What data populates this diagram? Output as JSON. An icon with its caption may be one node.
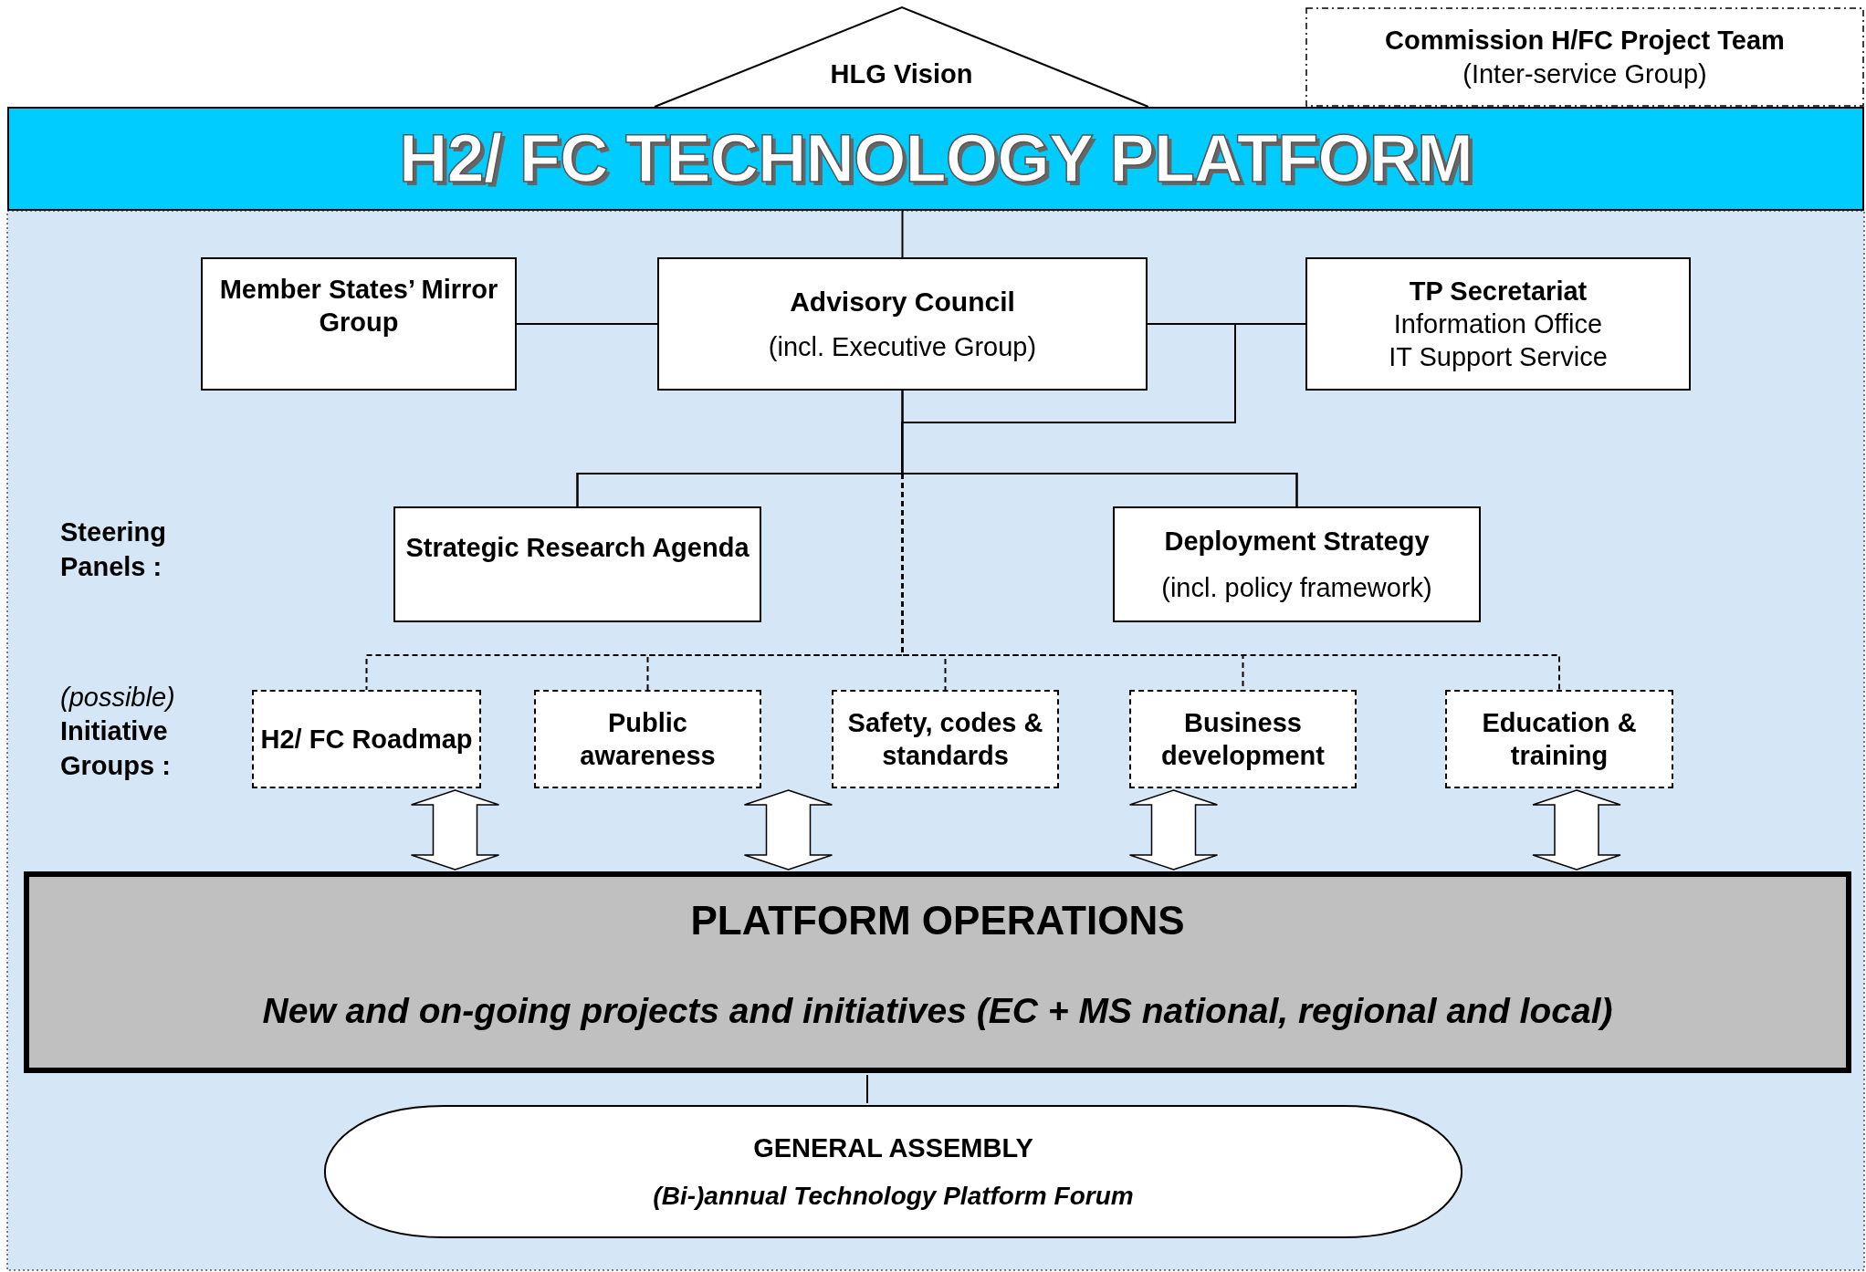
{
  "diagram": {
    "nodes": [
      {
        "text": [
          "HLG Vision"
        ]
      },
      {
        "text": [
          "Commission H/FC Project Team",
          "(Inter-service Group)"
        ]
      },
      {
        "text": [
          "H2/ FC TECHNOLOGY PLATFORM"
        ]
      },
      {
        "text": [
          "Member States’ Mirror Group"
        ]
      },
      {
        "text": [
          "Advisory Council",
          "(incl. Executive Group)"
        ]
      },
      {
        "text": [
          "TP Secretariat",
          "Information Office",
          "IT Support Service"
        ]
      },
      {
        "text": [
          "Strategic Research Agenda"
        ]
      },
      {
        "text": [
          "Deployment Strategy",
          "(incl. policy framework)"
        ]
      },
      {
        "text": [
          "H2/ FC Roadmap"
        ]
      },
      {
        "text": [
          "Public awareness"
        ]
      },
      {
        "text": [
          "Safety, codes & standards"
        ]
      },
      {
        "text": [
          "Business development"
        ]
      },
      {
        "text": [
          "Education & training"
        ]
      },
      {
        "text": [
          "PLATFORM OPERATIONS",
          "New and on-going projects and initiatives (EC + MS national, regional and local)"
        ]
      },
      {
        "text": [
          "GENERAL ASSEMBLY",
          "(Bi-)annual Technology Platform Forum"
        ]
      }
    ],
    "edges": [
      {
        "from": 2,
        "to": 4,
        "arrow": "none"
      },
      {
        "from": 3,
        "to": 4,
        "arrow": "none"
      },
      {
        "from": 4,
        "to": 5,
        "arrow": "none"
      },
      {
        "from": 4,
        "to": 6,
        "arrow": "none"
      },
      {
        "from": 4,
        "to": 7,
        "arrow": "none"
      },
      {
        "from": 5,
        "to": 6,
        "arrow": "none"
      },
      {
        "from": 5,
        "to": 7,
        "arrow": "none"
      },
      {
        "from": 4,
        "to": 8,
        "arrow": "none",
        "style": "dashed"
      },
      {
        "from": 4,
        "to": 9,
        "arrow": "none",
        "style": "dashed"
      },
      {
        "from": 4,
        "to": 10,
        "arrow": "none",
        "style": "dashed"
      },
      {
        "from": 4,
        "to": 11,
        "arrow": "none",
        "style": "dashed"
      },
      {
        "from": 4,
        "to": 12,
        "arrow": "none",
        "style": "dashed"
      },
      {
        "from": 8,
        "to": 13,
        "arrow": "both"
      },
      {
        "from": 9,
        "to": 13,
        "arrow": "both"
      },
      {
        "from": 11,
        "to": 13,
        "arrow": "both"
      },
      {
        "from": 12,
        "to": 13,
        "arrow": "both"
      },
      {
        "from": 13,
        "to": 14,
        "arrow": "none"
      }
    ],
    "labels": [
      "Steering Panels :",
      "(possible)",
      "Initiative Groups :"
    ]
  }
}
